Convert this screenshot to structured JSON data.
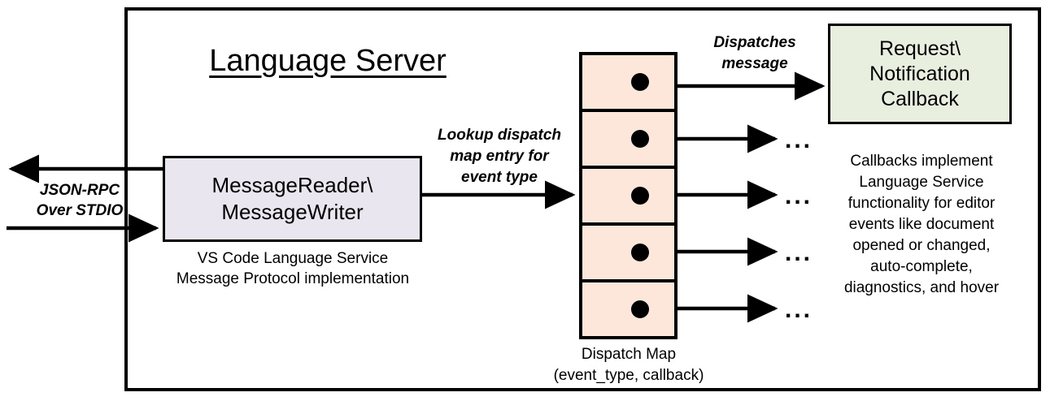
{
  "diagram": {
    "title": "Language Server",
    "frame_border_color": "#000000",
    "background": "#ffffff"
  },
  "io": {
    "label_line1": "JSON-RPC",
    "label_line2": "Over STDIO",
    "outbound_arrow": "arrow-left-icon",
    "inbound_arrow": "arrow-right-icon"
  },
  "reader": {
    "line1": "MessageReader\\",
    "line2": "MessageWriter",
    "caption_line1": "VS Code Language Service",
    "caption_line2": "Message Protocol implementation",
    "fill": "#e9e6f0"
  },
  "lookup": {
    "line1": "Lookup dispatch",
    "line2": "map entry for",
    "line3": "event type"
  },
  "dispatch_map": {
    "caption_line1": "Dispatch Map",
    "caption_line2": "(event_type, callback)",
    "cell_fill": "#fce7da",
    "rows": [
      {
        "dot": "filled-dot-icon"
      },
      {
        "dot": "filled-dot-icon"
      },
      {
        "dot": "filled-dot-icon"
      },
      {
        "dot": "filled-dot-icon"
      },
      {
        "dot": "filled-dot-icon"
      }
    ]
  },
  "dispatch_message": {
    "line1": "Dispatches",
    "line2": "message"
  },
  "callback": {
    "line1": "Request\\",
    "line2": "Notification",
    "line3": "Callback",
    "fill": "#e9efdf",
    "caption_line1": "Callbacks implement",
    "caption_line2": "Language Service",
    "caption_line3": "functionality for editor",
    "caption_line4": "events like document",
    "caption_line5": "opened or changed,",
    "caption_line6": "auto-complete,",
    "caption_line7": "diagnostics, and hover"
  },
  "ellipses": {
    "mark": "..."
  }
}
